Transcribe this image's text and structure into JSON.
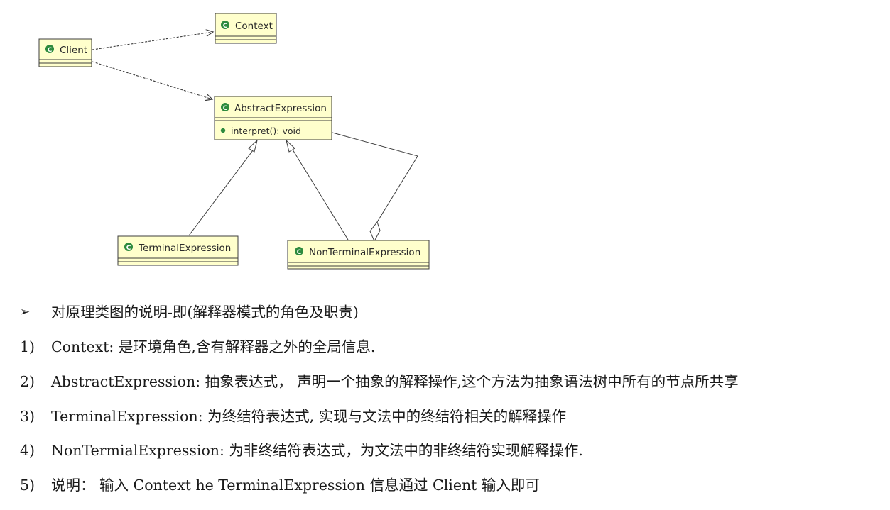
{
  "diagram": {
    "classes": {
      "client": {
        "name": "Client",
        "icon": "class-icon"
      },
      "context": {
        "name": "Context",
        "icon": "class-icon"
      },
      "abstract_expression": {
        "name": "AbstractExpression",
        "icon": "class-icon",
        "method": "interpret(): void"
      },
      "terminal_expression": {
        "name": "TerminalExpression",
        "icon": "class-icon"
      },
      "non_terminal_expression": {
        "name": "NonTerminalExpression",
        "icon": "class-icon"
      }
    },
    "relations": [
      {
        "from": "Client",
        "to": "Context",
        "kind": "dependency"
      },
      {
        "from": "Client",
        "to": "AbstractExpression",
        "kind": "dependency"
      },
      {
        "from": "TerminalExpression",
        "to": "AbstractExpression",
        "kind": "generalization"
      },
      {
        "from": "NonTerminalExpression",
        "to": "AbstractExpression",
        "kind": "generalization"
      },
      {
        "from": "NonTerminalExpression",
        "to": "AbstractExpression",
        "kind": "aggregation"
      }
    ],
    "colors": {
      "box_fill": "#ffffcc",
      "box_border": "#3c3c3c",
      "icon_fill": "#2e8b3e",
      "line": "#3c3c3c"
    }
  },
  "description": {
    "bullet_icon": "arrow-bullet-icon",
    "heading": "对原理类图的说明-即(解释器模式的角色及职责)",
    "items": [
      {
        "marker": "1)",
        "text": "Context:  是环境角色,含有解释器之外的全局信息."
      },
      {
        "marker": "2)",
        "text": "AbstractExpression:  抽象表达式，  声明一个抽象的解释操作,这个方法为抽象语法树中所有的节点所共享"
      },
      {
        "marker": "3)",
        "text": "TerminalExpression:  为终结符表达式, 实现与文法中的终结符相关的解释操作"
      },
      {
        "marker": "4)",
        "text": "NonTermialExpression:  为非终结符表达式，为文法中的非终结符实现解释操作."
      },
      {
        "marker": "5)",
        "text": "说明：  输入 Context he TerminalExpression  信息通过 Client  输入即可"
      }
    ]
  }
}
